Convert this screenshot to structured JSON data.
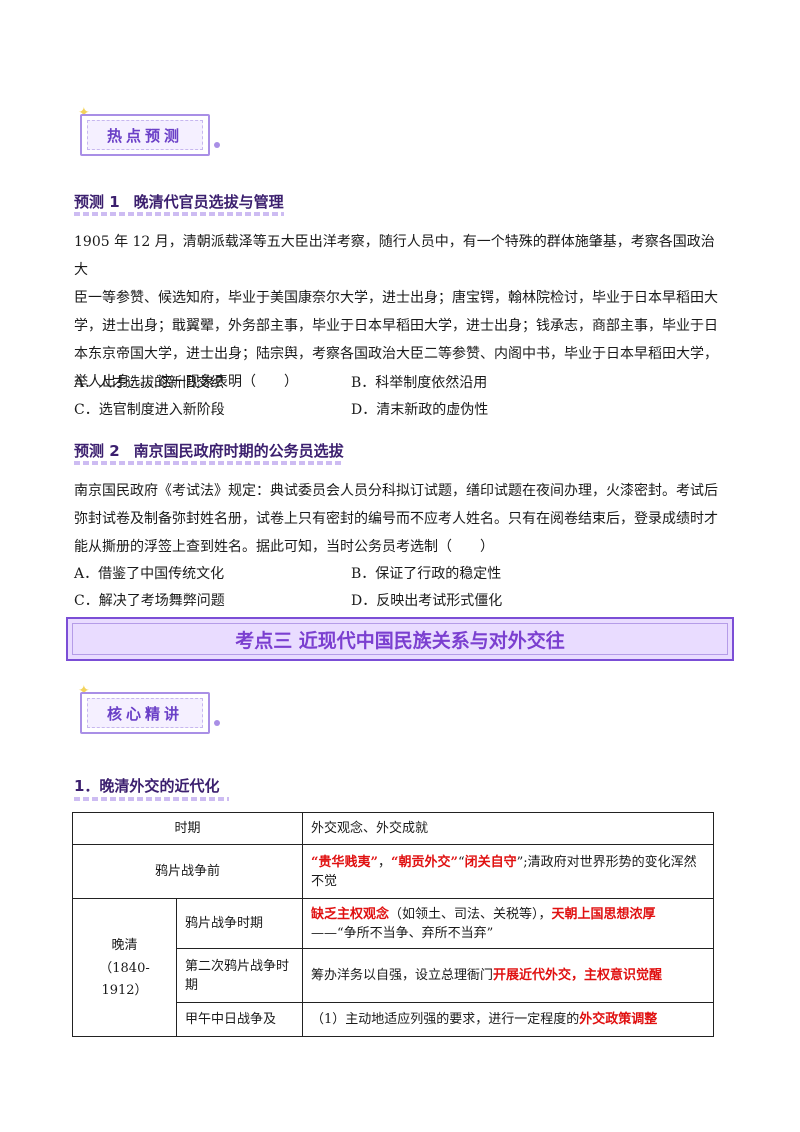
{
  "badge1": {
    "label": "热点预测"
  },
  "badge2": {
    "label": "核心精讲"
  },
  "pred1": {
    "num": "预测 1",
    "title": "晚清代官员选拔与管理",
    "lines": [
      "1905 年 12 月，清朝派载泽等五大臣出洋考察，随行人员中，有一个特殊的群体施肇基，考察各国政治大",
      "臣一等参赞、候选知府，毕业于美国康奈尔大学，进士出身；唐宝锷，翰林院检讨，毕业于日本早稻田大",
      "学，进士出身；戢翼翚，外务部主事，毕业于日本早稻田大学，进士出身；钱承志，商部主事，毕业于日",
      "本东京帝国大学，进士出身；陆宗舆，考察各国政治大臣二等参赞、内阁中书，毕业于日本早稻田大学，",
      "举人出身……这一现象表明（　　）"
    ],
    "options": {
      "A": "A．人才选拔的新旧交织",
      "B": "B．科举制度依然沿用",
      "C": "C．选官制度进入新阶段",
      "D": "D．清末新政的虚伪性"
    }
  },
  "pred2": {
    "num": "预测 2",
    "title": "南京国民政府时期的公务员选拔",
    "lines": [
      "南京国民政府《考试法》规定：典试委员会人员分科拟订试题，缮印试题在夜间办理，火漆密封。考试后",
      "弥封试卷及制备弥封姓名册，试卷上只有密封的编号而不应考人姓名。只有在阅卷结束后，登录成绩时才",
      "能从撕册的浮签上查到姓名。据此可知，当时公务员考选制（　　）"
    ],
    "options": {
      "A": "A．借鉴了中国传统文化",
      "B": "B．保证了行政的稳定性",
      "C": "C．解决了考场舞弊问题",
      "D": "D．反映出考试形式僵化"
    }
  },
  "section": {
    "title": "考点三  近现代中国民族关系与对外交往"
  },
  "subheading": "1．晚清外交的近代化",
  "table": {
    "header": {
      "period": "时期",
      "content": "外交观念、外交成就"
    },
    "row_pre": {
      "period": "鸦片战争前",
      "r1": "“贵华贱夷”",
      "s1": "，",
      "r2": "“朝贡外交”",
      "s2": "“",
      "r3": "闭关自守",
      "s3": "”;清政府对世界形势的变化浑然不觉"
    },
    "late_qing": {
      "name": "晚清",
      "years": "（1840-1912）"
    },
    "row_opium": {
      "period": "鸦片战争时期",
      "r1": "缺乏主权观念",
      "t1": "（如领土、司法、关税等），",
      "r2": "天朝上国思想浓厚",
      "t2": "——“争所不当争、弃所不当弃”"
    },
    "row_second": {
      "period": "第二次鸦片战争时期",
      "t1": "筹办洋务以自强，设立总理衙门",
      "r1": "开展近代外交，主权意识觉醒"
    },
    "row_sino": {
      "period": "甲午中日战争及",
      "t1": "（1）主动地适应列强的要求，进行一定程度的",
      "r1": "外交政策调整"
    }
  }
}
